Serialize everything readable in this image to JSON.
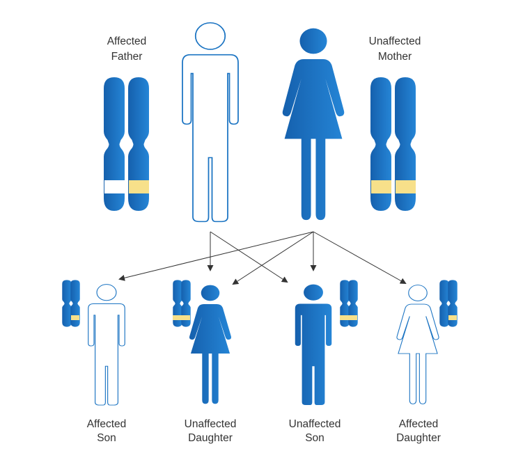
{
  "colors": {
    "primary": "#1a73c2",
    "highlight": "#f7e08a",
    "arrow": "#333333",
    "text": "#333333"
  },
  "parents": {
    "father": {
      "line1": "Affected",
      "line2": "Father"
    },
    "mother": {
      "line1": "Unaffected",
      "line2": "Mother"
    }
  },
  "children": [
    {
      "line1": "Affected",
      "line2": "Son"
    },
    {
      "line1": "Unaffected",
      "line2": "Daughter"
    },
    {
      "line1": "Unaffected",
      "line2": "Son"
    },
    {
      "line1": "Affected",
      "line2": "Daughter"
    }
  ]
}
